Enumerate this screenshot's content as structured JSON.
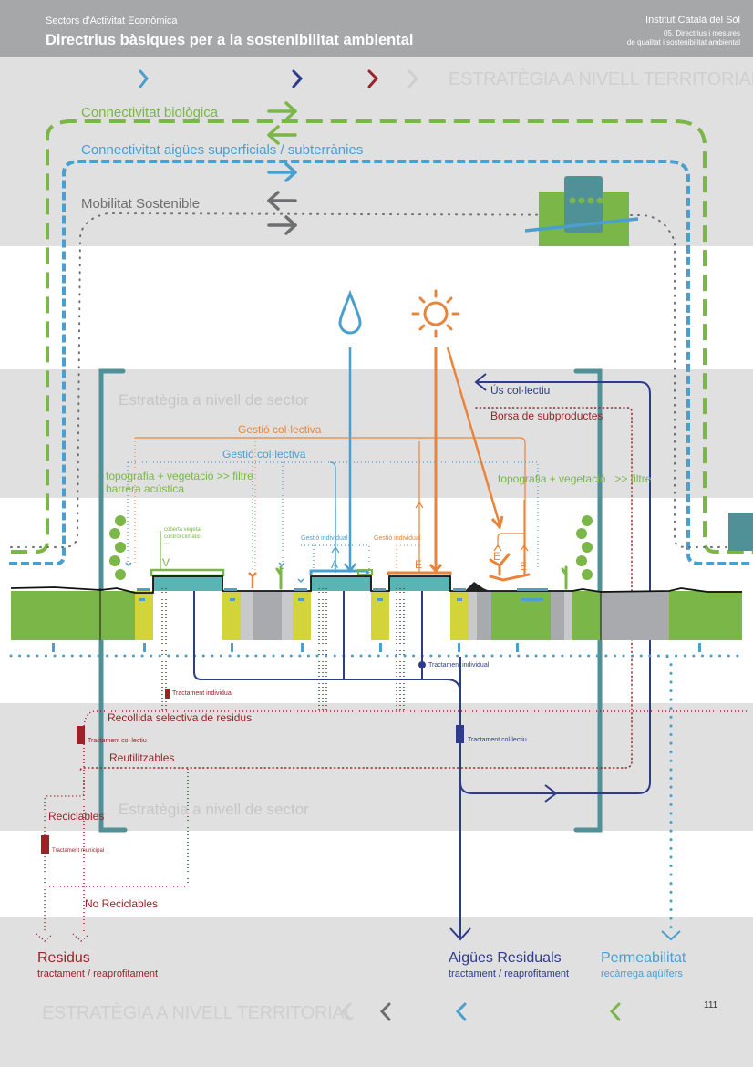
{
  "header": {
    "subtitle": "Sectors d'Activitat Econòmica",
    "title": "Directrius bàsiques per a la sostenibilitat ambiental",
    "organization": "Institut Català del Sòl",
    "section_line1": "05. Directrius i mesures",
    "section_line2": "de qualitat i sostenibilitat ambiental"
  },
  "colors": {
    "header_bg": "#a6a7a9",
    "band_bg": "#e0e0e0",
    "green": "#7ab648",
    "light_blue": "#4a9fcf",
    "grey": "#6d6e70",
    "navy": "#2e3a8c",
    "dark_red": "#9b2227",
    "orange": "#e9843a",
    "teal": "#4f9196",
    "lime": "#d3d43a"
  },
  "territorial_top": {
    "label": "ESTRATÈGIA A NIVELL TERRITORIAL",
    "chevrons": [
      "chevron-right-light-blue-icon",
      "chevron-right-navy-icon",
      "chevron-right-dark-red-icon",
      "chevron-right-light-grey-icon"
    ]
  },
  "connections": [
    {
      "label": "Connectivitat biològica",
      "color": "green",
      "arrows": [
        "arrow-right-icon",
        "arrow-left-icon"
      ]
    },
    {
      "label": "Connectivitat aigües superficials / subterrànies",
      "color": "light_blue",
      "arrows": [
        "arrow-right-icon"
      ]
    },
    {
      "label": "Mobilitat Sostenible",
      "color": "grey",
      "arrows": [
        "arrow-left-icon",
        "arrow-right-icon"
      ]
    }
  ],
  "icons": {
    "water": "water-drop-icon",
    "sun": "sun-icon"
  },
  "sector_top": {
    "label": "Estratègia a nivell de sector",
    "us_collectiu": "Ús col·lectiu",
    "borsa": "Borsa de subproductes",
    "gestio_collectiva_orange": "Gestió col·lectiva",
    "gestio_collectiva_blue": "Gestió col·lectiva",
    "topo_left_1": "topografia + vegetació >> filtre",
    "topo_left_2": "barrera acústica",
    "topo_right": "topografia + vegetació   >> filtre"
  },
  "section": {
    "coberta_1": "coberta vegetal",
    "coberta_2": "control climàtic",
    "coberta_3": "...",
    "letter_v": "V",
    "gestio_individual_blue": "Gestió individual",
    "gestio_individual_orange": "Gestió individual",
    "letter_a": "A",
    "letter_e1": "E",
    "letter_e2": "E",
    "letter_e3": "E"
  },
  "treatment": {
    "tractament_individual_waste": "Tractament individual",
    "tractament_individual_water": "Tractament individual",
    "recollida": "Recollida selectiva de residus",
    "tractament_collectiu_waste": "Tractament col·lectiu",
    "tractament_collectiu_water": "Tractament col·lectiu",
    "reutilitzables": "Reutilitzables",
    "reciclables": "Reciclables",
    "sector_label": "Estratègia a nivell de sector",
    "tractament_municipal": "Tractament municipal",
    "no_reciclables": "No Reciclables"
  },
  "outcomes": [
    {
      "title": "Residus",
      "subtitle": "tractament / reaprofitament",
      "color": "dark_red"
    },
    {
      "title": "Aigües Residuals",
      "subtitle": "tractament / reaprofitament",
      "color": "navy"
    },
    {
      "title": "Permeabilitat",
      "subtitle": "recàrrega aqüífers",
      "color": "light_blue"
    }
  ],
  "territorial_bottom": {
    "label": "ESTRATÈGIA A NIVELL TERRITORIAL",
    "chevrons": [
      "chevron-left-light-grey-icon",
      "chevron-left-grey-icon",
      "chevron-left-light-blue-icon",
      "chevron-left-green-icon"
    ]
  },
  "page_number": "111"
}
